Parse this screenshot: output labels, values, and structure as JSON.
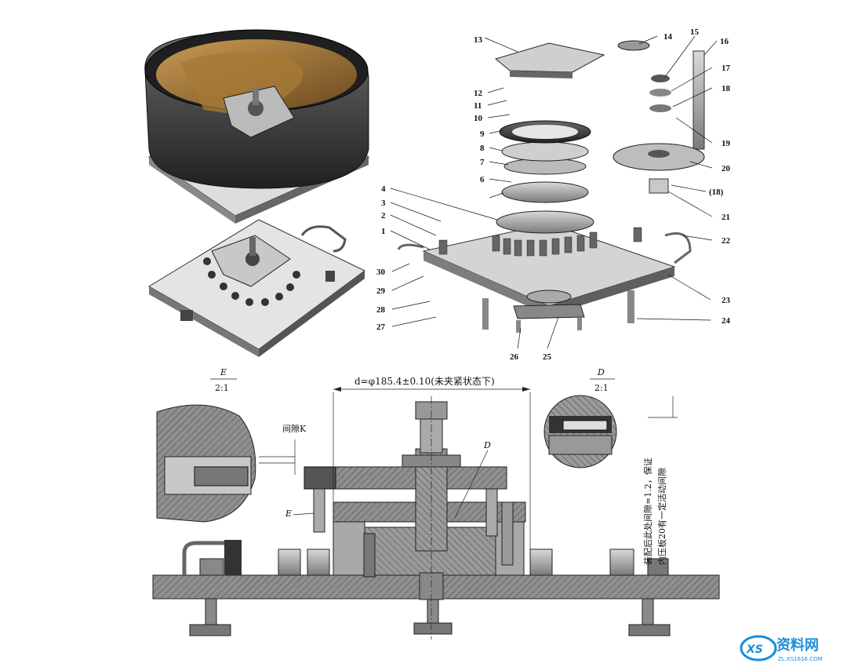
{
  "callouts": [
    "13",
    "14",
    "15",
    "16",
    "17",
    "18",
    "12",
    "11",
    "10",
    "9",
    "8",
    "19",
    "7",
    "20",
    "6",
    "(18)",
    "21",
    "4",
    "3",
    "2",
    "22",
    "1",
    "30",
    "29",
    "23",
    "28",
    "24",
    "27",
    "26",
    "25"
  ],
  "section_view": {
    "dimension_text": "d=φ185.4±0.10(未夹紧状态下)",
    "label_D": "D",
    "label_E": "E",
    "note_line1": "装配后此处间隙≈1.2，保证",
    "note_line2": "内压板20有一定活动间隙"
  },
  "detail_E": {
    "letter": "E",
    "scale": "2:1",
    "gap_label": "间隙K"
  },
  "detail_D": {
    "letter": "D",
    "scale": "2:1"
  },
  "watermark": {
    "text": "资料网",
    "url": "ZL.XS1616.COM"
  }
}
